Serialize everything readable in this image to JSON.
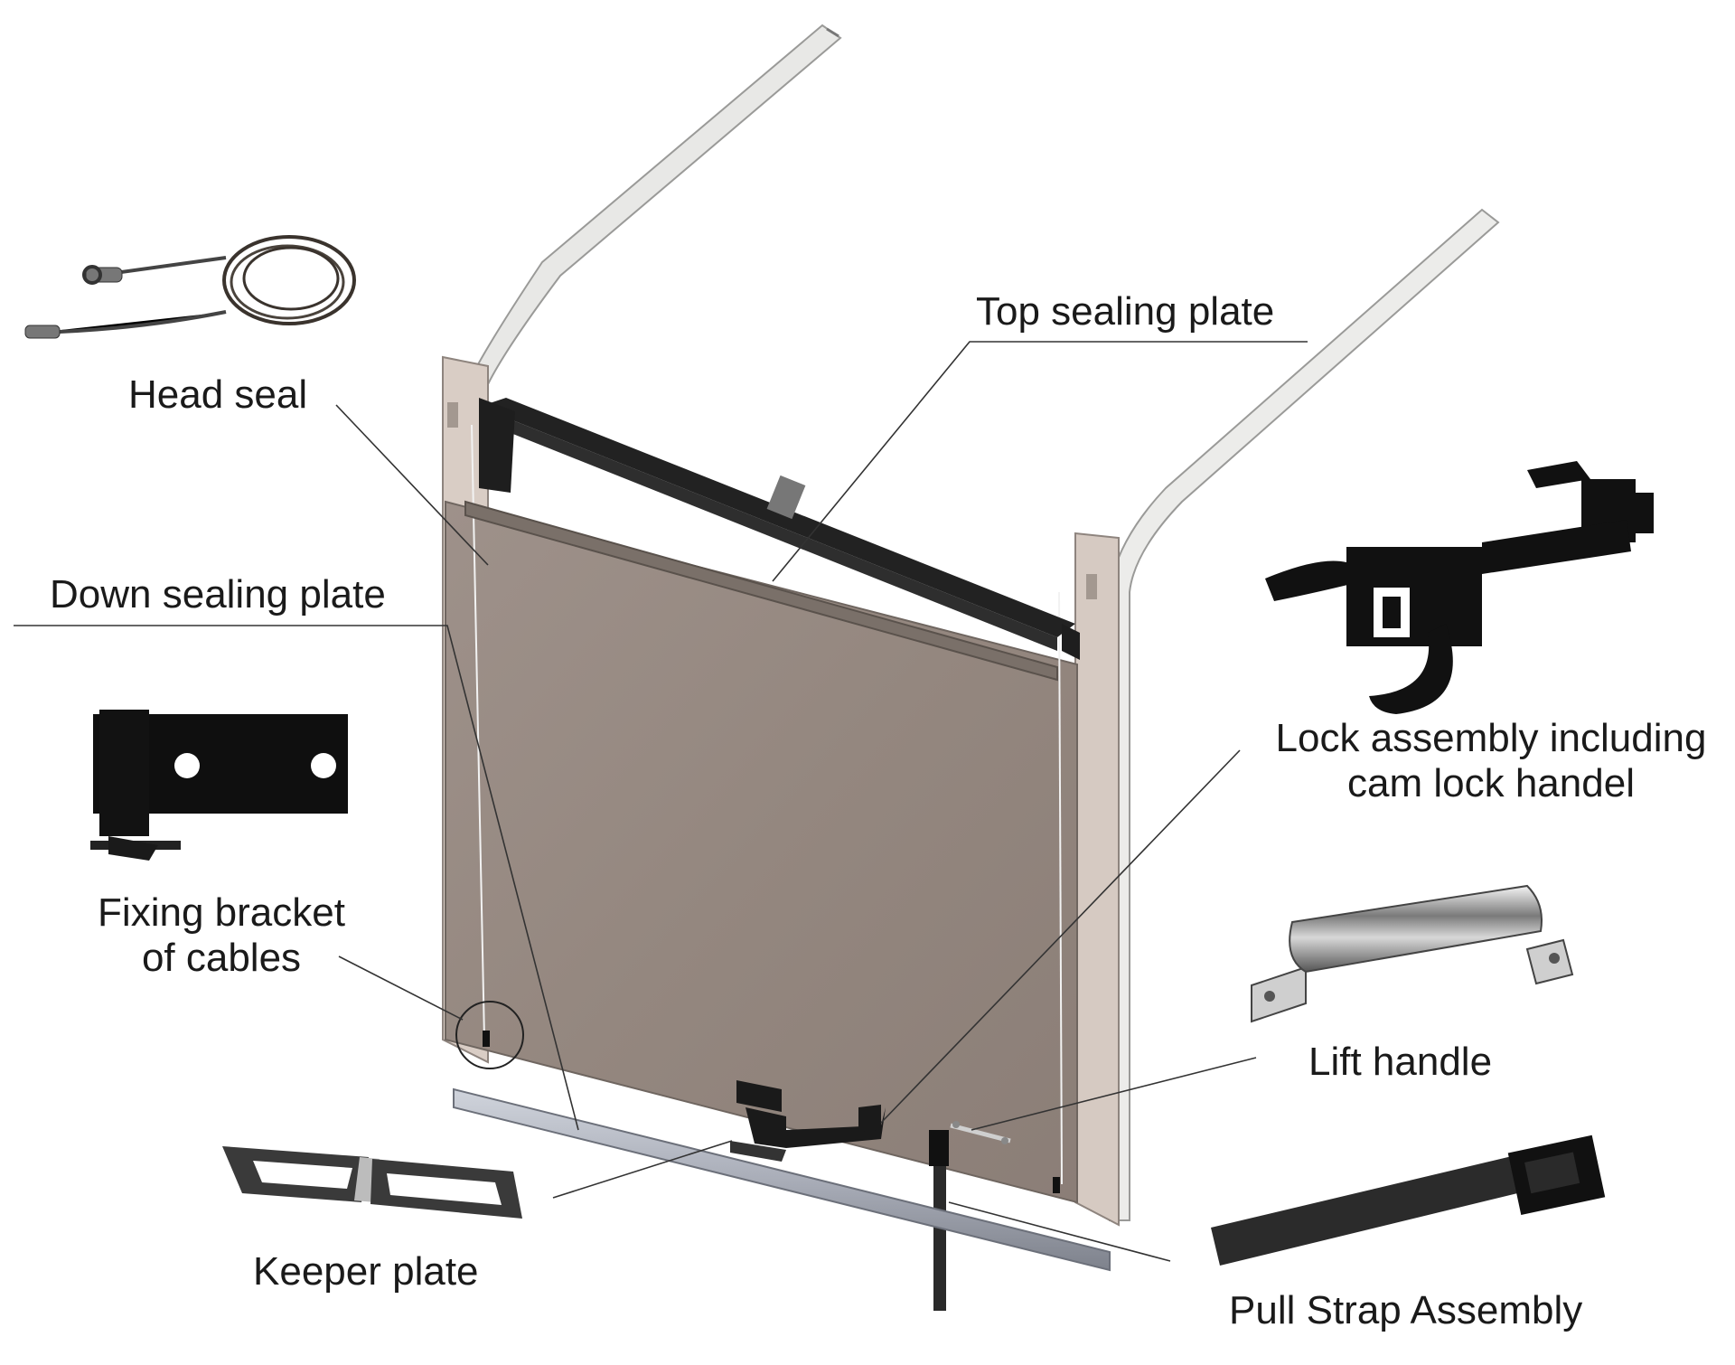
{
  "labels": {
    "head_seal": "Head seal",
    "top_sealing_plate": "Top sealing plate",
    "down_sealing_plate": "Down sealing plate",
    "lock_assembly_line1": "Lock assembly including",
    "lock_assembly_line2": "cam lock handel",
    "fixing_bracket_line1": "Fixing bracket",
    "fixing_bracket_line2": "of cables",
    "lift_handle": "Lift handle",
    "keeper_plate": "Keeper plate",
    "pull_strap_assembly": "Pull Strap Assembly"
  },
  "colors": {
    "panel": "#978a82",
    "frame": "#d8ccc4",
    "track": "#e6e6e4",
    "hardware": "#1c1c1c",
    "leader_line": "#333333"
  }
}
